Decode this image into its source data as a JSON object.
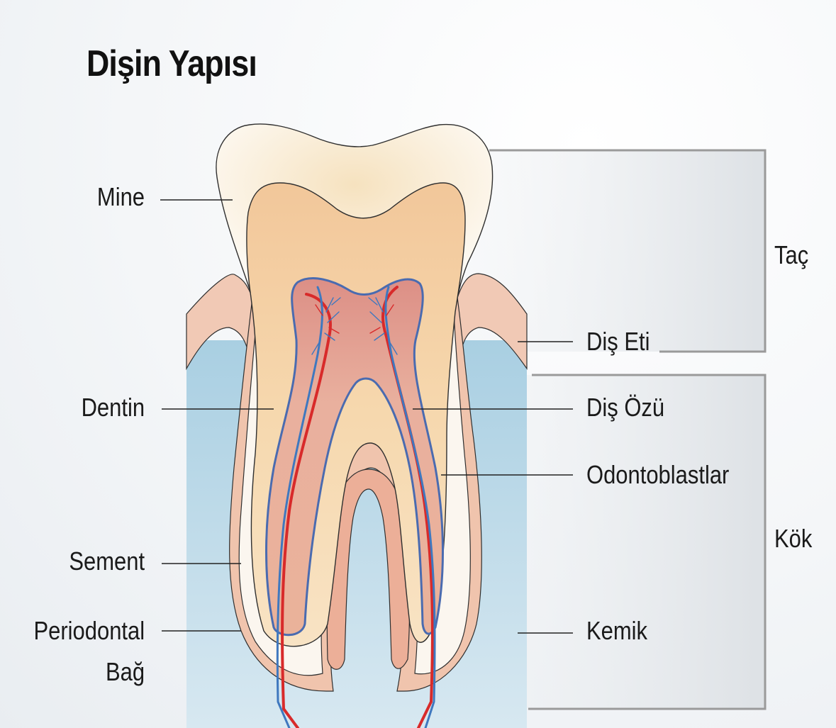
{
  "title": "Dişin Yapısı",
  "labels": {
    "mine": "Mine",
    "dentin": "Dentin",
    "sement": "Sement",
    "periodontal_line1": "Periodontal",
    "periodontal_line2": "Bağ",
    "dis_eti": "Diş Eti",
    "dis_ozu": "Diş Özü",
    "odontoblastlar": "Odontoblastlar",
    "kemik": "Kemik",
    "tac": "Taç",
    "kok": "Kök"
  },
  "colors": {
    "enamel": "#fbf3e4",
    "dentin": "#f4cf9e",
    "gum": "#f1c9b5",
    "bone": "#b8d8e7",
    "pulp": "#e6a292",
    "nerve_outline": "#4a6bb0",
    "artery": "#d82a2a",
    "vein": "#3f78bf",
    "bracket": "#9a9a9a"
  }
}
